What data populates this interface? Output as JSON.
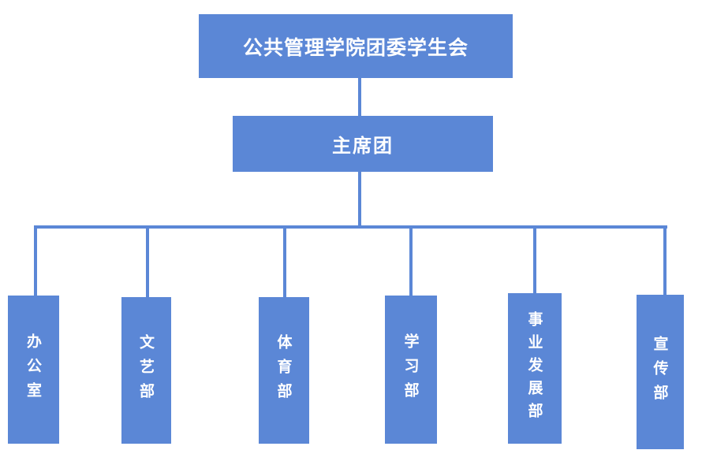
{
  "diagram": {
    "root": {
      "label": "公共管理学院团委学生会"
    },
    "level2": {
      "label": "主席团"
    },
    "departments": [
      {
        "label": "办公室"
      },
      {
        "label": "文艺部"
      },
      {
        "label": "体育部"
      },
      {
        "label": "学习部"
      },
      {
        "label": "事业发展部"
      },
      {
        "label": "宣传部"
      }
    ]
  },
  "colors": {
    "node_fill": "#5b87d6",
    "connector": "#5b87d6",
    "text": "#ffffff"
  }
}
